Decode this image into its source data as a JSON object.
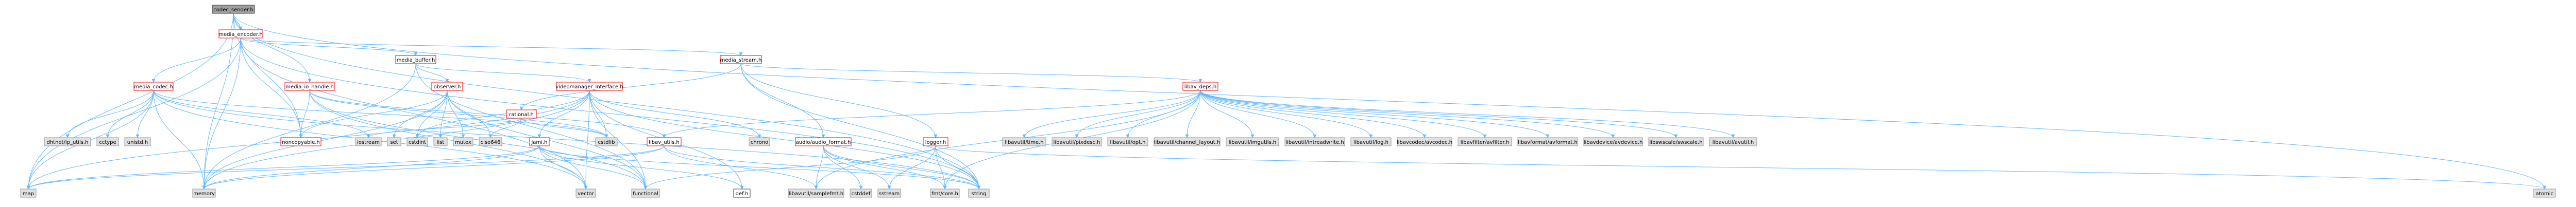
{
  "graph": {
    "nodes": [
      {
        "id": "codec_sender_h",
        "label": "codec_sender.h",
        "kind": "root"
      },
      {
        "id": "media_encoder_h",
        "label": "media_encoder.h",
        "kind": "doc"
      },
      {
        "id": "media_codec_h",
        "label": "media_codec.h",
        "kind": "doc"
      },
      {
        "id": "media_buffer_h",
        "label": "media_buffer.h",
        "kind": "doc"
      },
      {
        "id": "media_stream_h",
        "label": "media_stream.h",
        "kind": "doc"
      },
      {
        "id": "media_io_handle_h",
        "label": "media_io_handle.h",
        "kind": "doc"
      },
      {
        "id": "observer_h",
        "label": "observer.h",
        "kind": "doc"
      },
      {
        "id": "videomanager_interface_h",
        "label": "videomanager_interface.h",
        "kind": "doc"
      },
      {
        "id": "rational_h",
        "label": "rational.h",
        "kind": "doc"
      },
      {
        "id": "libav_deps_h",
        "label": "libav_deps.h",
        "kind": "doc"
      },
      {
        "id": "libav_utils_h",
        "label": "libav_utils.h",
        "kind": "doc"
      },
      {
        "id": "jami_h",
        "label": "jami.h",
        "kind": "doc"
      },
      {
        "id": "audio_format_h",
        "label": "audio/audio_format.h",
        "kind": "doc"
      },
      {
        "id": "logger_h",
        "label": "logger.h",
        "kind": "doc"
      },
      {
        "id": "noncopyable_h",
        "label": "noncopyable.h",
        "kind": "doc"
      },
      {
        "id": "dhtnet_ip_utils_h",
        "label": "dhtnet/ip_utils.h",
        "kind": "sys"
      },
      {
        "id": "cctype",
        "label": "cctype",
        "kind": "sys"
      },
      {
        "id": "unistd_h",
        "label": "unistd.h",
        "kind": "sys"
      },
      {
        "id": "iostream",
        "label": "iostream",
        "kind": "sys"
      },
      {
        "id": "set",
        "label": "set",
        "kind": "sys"
      },
      {
        "id": "cstdint",
        "label": "cstdint",
        "kind": "sys"
      },
      {
        "id": "list",
        "label": "list",
        "kind": "sys"
      },
      {
        "id": "mutex",
        "label": "mutex",
        "kind": "sys"
      },
      {
        "id": "ciso646",
        "label": "ciso646",
        "kind": "sys"
      },
      {
        "id": "cstdlib",
        "label": "cstdlib",
        "kind": "sys"
      },
      {
        "id": "chrono",
        "label": "chrono",
        "kind": "sys"
      },
      {
        "id": "map",
        "label": "map",
        "kind": "sys"
      },
      {
        "id": "memory",
        "label": "memory",
        "kind": "sys"
      },
      {
        "id": "vector",
        "label": "vector",
        "kind": "sys"
      },
      {
        "id": "functional",
        "label": "functional",
        "kind": "sys"
      },
      {
        "id": "def_h",
        "label": "def.h",
        "kind": "plain"
      },
      {
        "id": "libavutil_samplefmt_h",
        "label": "libavutil/samplefmt.h",
        "kind": "sys"
      },
      {
        "id": "cstddef",
        "label": "cstddef",
        "kind": "sys"
      },
      {
        "id": "sstream",
        "label": "sstream",
        "kind": "sys"
      },
      {
        "id": "fmt_core_h",
        "label": "fmt/core.h",
        "kind": "sys"
      },
      {
        "id": "string",
        "label": "string",
        "kind": "sys"
      },
      {
        "id": "atomic",
        "label": "atomic",
        "kind": "sys"
      },
      {
        "id": "libavutil_time_h",
        "label": "libavutil/time.h",
        "kind": "sys"
      },
      {
        "id": "libavutil_pixdesc_h",
        "label": "libavutil/pixdesc.h",
        "kind": "sys"
      },
      {
        "id": "libavutil_opt_h",
        "label": "libavutil/opt.h",
        "kind": "sys"
      },
      {
        "id": "libavutil_channel_layout_h",
        "label": "libavutil/channel_layout.h",
        "kind": "sys"
      },
      {
        "id": "libavutil_imgutils_h",
        "label": "libavutil/imgutils.h",
        "kind": "sys"
      },
      {
        "id": "libavutil_intreadwrite_h",
        "label": "libavutil/intreadwrite.h",
        "kind": "sys"
      },
      {
        "id": "libavutil_log_h",
        "label": "libavutil/log.h",
        "kind": "sys"
      },
      {
        "id": "libavcodec_avcodec_h",
        "label": "libavcodec/avcodec.h",
        "kind": "sys"
      },
      {
        "id": "libavfilter_avfilter_h",
        "label": "libavfilter/avfilter.h",
        "kind": "sys"
      },
      {
        "id": "libavformat_avformat_h",
        "label": "libavformat/avformat.h",
        "kind": "sys"
      },
      {
        "id": "libavdevice_avdevice_h",
        "label": "libavdevice/avdevice.h",
        "kind": "sys"
      },
      {
        "id": "libswscale_swscale_h",
        "label": "libswscale/swscale.h",
        "kind": "sys"
      },
      {
        "id": "libavutil_avutil_h",
        "label": "libavutil/avutil.h",
        "kind": "sys"
      }
    ],
    "edges": [
      [
        "codec_sender_h",
        "media_encoder_h"
      ],
      [
        "codec_sender_h",
        "media_io_handle_h"
      ],
      [
        "codec_sender_h",
        "noncopyable_h"
      ],
      [
        "codec_sender_h",
        "map"
      ],
      [
        "codec_sender_h",
        "memory"
      ],
      [
        "codec_sender_h",
        "string"
      ],
      [
        "codec_sender_h",
        "atomic"
      ],
      [
        "media_encoder_h",
        "media_codec_h"
      ],
      [
        "media_encoder_h",
        "media_buffer_h"
      ],
      [
        "media_encoder_h",
        "media_stream_h"
      ],
      [
        "media_encoder_h",
        "noncopyable_h"
      ],
      [
        "media_encoder_h",
        "map"
      ],
      [
        "media_encoder_h",
        "memory"
      ],
      [
        "media_encoder_h",
        "string"
      ],
      [
        "media_encoder_h",
        "vector"
      ],
      [
        "media_codec_h",
        "dhtnet_ip_utils_h"
      ],
      [
        "media_codec_h",
        "cctype"
      ],
      [
        "media_codec_h",
        "unistd_h"
      ],
      [
        "media_codec_h",
        "cstdlib"
      ],
      [
        "media_codec_h",
        "map"
      ],
      [
        "media_codec_h",
        "memory"
      ],
      [
        "media_codec_h",
        "vector"
      ],
      [
        "media_codec_h",
        "iostream"
      ],
      [
        "media_codec_h",
        "string"
      ],
      [
        "media_buffer_h",
        "videomanager_interface_h"
      ],
      [
        "media_buffer_h",
        "observer_h"
      ],
      [
        "media_buffer_h",
        "memory"
      ],
      [
        "media_buffer_h",
        "functional"
      ],
      [
        "media_stream_h",
        "libav_deps_h"
      ],
      [
        "media_stream_h",
        "rational_h"
      ],
      [
        "media_stream_h",
        "audio_format_h"
      ],
      [
        "media_stream_h",
        "logger_h"
      ],
      [
        "media_stream_h",
        "string"
      ],
      [
        "media_io_handle_h",
        "libav_utils_h"
      ],
      [
        "media_io_handle_h",
        "noncopyable_h"
      ],
      [
        "media_io_handle_h",
        "functional"
      ],
      [
        "media_io_handle_h",
        "vector"
      ],
      [
        "media_io_handle_h",
        "cstdlib"
      ],
      [
        "observer_h",
        "noncopyable_h"
      ],
      [
        "observer_h",
        "cstdint"
      ],
      [
        "observer_h",
        "memory"
      ],
      [
        "observer_h",
        "set"
      ],
      [
        "observer_h",
        "list"
      ],
      [
        "observer_h",
        "mutex"
      ],
      [
        "observer_h",
        "functional"
      ],
      [
        "observer_h",
        "ciso646"
      ],
      [
        "videomanager_interface_h",
        "def_h"
      ],
      [
        "videomanager_interface_h",
        "jami_h"
      ],
      [
        "videomanager_interface_h",
        "memory"
      ],
      [
        "videomanager_interface_h",
        "vector"
      ],
      [
        "videomanager_interface_h",
        "map"
      ],
      [
        "videomanager_interface_h",
        "string"
      ],
      [
        "videomanager_interface_h",
        "functional"
      ],
      [
        "videomanager_interface_h",
        "chrono"
      ],
      [
        "videomanager_interface_h",
        "cstdint"
      ],
      [
        "videomanager_interface_h",
        "cstdlib"
      ],
      [
        "rational_h",
        "cstdlib"
      ],
      [
        "rational_h",
        "iostream"
      ],
      [
        "rational_h",
        "ciso646"
      ],
      [
        "libav_deps_h",
        "libav_utils_h"
      ],
      [
        "libav_deps_h",
        "libavutil_samplefmt_h"
      ],
      [
        "libav_deps_h",
        "libavutil_time_h"
      ],
      [
        "libav_deps_h",
        "libavutil_pixdesc_h"
      ],
      [
        "libav_deps_h",
        "libavutil_opt_h"
      ],
      [
        "libav_deps_h",
        "libavutil_channel_layout_h"
      ],
      [
        "libav_deps_h",
        "libavutil_imgutils_h"
      ],
      [
        "libav_deps_h",
        "libavutil_intreadwrite_h"
      ],
      [
        "libav_deps_h",
        "libavutil_log_h"
      ],
      [
        "libav_deps_h",
        "libavcodec_avcodec_h"
      ],
      [
        "libav_deps_h",
        "libavfilter_avfilter_h"
      ],
      [
        "libav_deps_h",
        "libavformat_avformat_h"
      ],
      [
        "libav_deps_h",
        "libavdevice_avdevice_h"
      ],
      [
        "libav_deps_h",
        "libswscale_swscale_h"
      ],
      [
        "libav_deps_h",
        "libavutil_avutil_h"
      ],
      [
        "libav_deps_h",
        "fmt_core_h"
      ],
      [
        "libav_utils_h",
        "map"
      ],
      [
        "libav_utils_h",
        "string"
      ],
      [
        "libav_utils_h",
        "memory"
      ],
      [
        "libav_utils_h",
        "libavutil_samplefmt_h"
      ],
      [
        "jami_h",
        "def_h"
      ],
      [
        "jami_h",
        "vector"
      ],
      [
        "jami_h",
        "functional"
      ],
      [
        "jami_h",
        "string"
      ],
      [
        "jami_h",
        "map"
      ],
      [
        "jami_h",
        "memory"
      ],
      [
        "audio_format_h",
        "libavutil_samplefmt_h"
      ],
      [
        "audio_format_h",
        "fmt_core_h"
      ],
      [
        "audio_format_h",
        "sstream"
      ],
      [
        "audio_format_h",
        "string"
      ],
      [
        "audio_format_h",
        "cstddef"
      ],
      [
        "logger_h",
        "fmt_core_h"
      ],
      [
        "logger_h",
        "functional"
      ],
      [
        "logger_h",
        "string"
      ],
      [
        "logger_h",
        "atomic"
      ],
      [
        "logger_h",
        "sstream"
      ]
    ]
  }
}
